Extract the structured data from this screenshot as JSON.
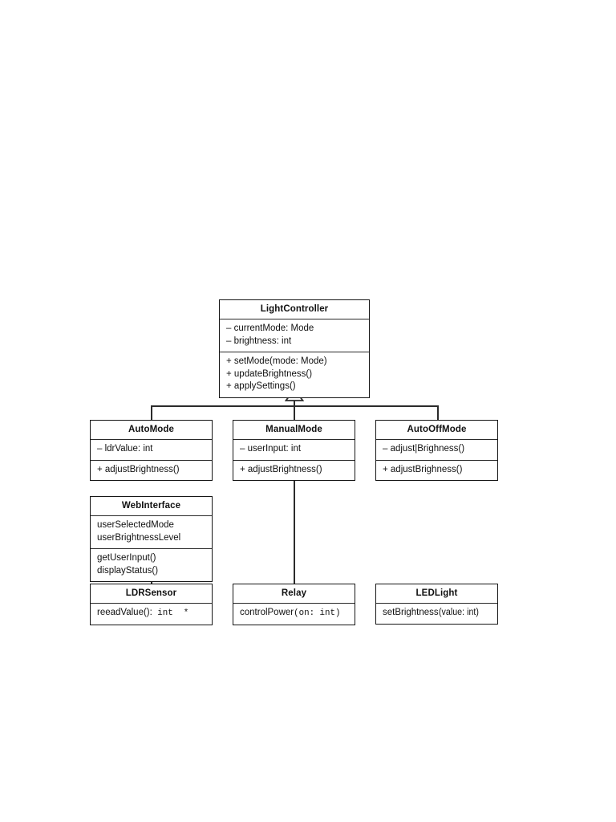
{
  "diagram": {
    "kind": "uml-class-diagram",
    "background": "#ffffff",
    "line_color": "#2b2b2b",
    "text_color": "#111111"
  },
  "classes": {
    "light_controller": {
      "name": "LightController",
      "attributes": [
        "– currentMode: Mode",
        "– brightness: int"
      ],
      "operations": [
        "+ setMode(mode: Mode)",
        "+ updateBrightness()",
        "+ applySettings()"
      ]
    },
    "auto_mode": {
      "name": "AutoMode",
      "attributes": [
        "– ldrValue: int"
      ],
      "operations": [
        "+ adjustBrightness()"
      ]
    },
    "manual_mode": {
      "name": "ManualMode",
      "attributes": [
        "– userInput: int"
      ],
      "operations": [
        "+ adjustBrightness()"
      ]
    },
    "auto_off_mode": {
      "name": "AutoOffMode",
      "attributes": [
        "– adjust|Brighness()"
      ],
      "operations": [
        "+ adjustBrighness()"
      ]
    },
    "web_interface": {
      "name": "WebInterface",
      "attributes": [
        "userSelectedMode",
        "userBrightnessLevel"
      ],
      "operations": [
        "getUserInput()",
        "displayStatus()"
      ]
    },
    "ldr_sensor": {
      "name": "LDRSensor",
      "operation_prefix": "reeadValue():",
      "operation_mono": " int  *"
    },
    "relay": {
      "name": "Relay",
      "operation_prefix": "controlPower",
      "operation_mono": "(on: int)"
    },
    "led_light": {
      "name": "LEDLight",
      "operation_prefix": "setBrightness",
      "operation_mono": "(value: int)"
    }
  }
}
